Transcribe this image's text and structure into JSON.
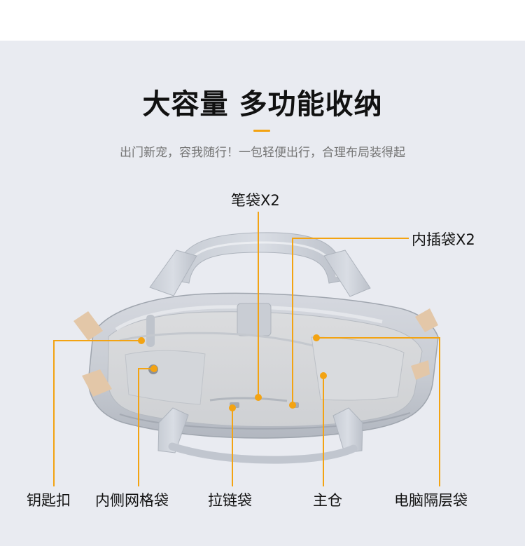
{
  "page": {
    "title": "大容量 多功能收纳",
    "subtitle": "出门新宠，容我随行！一包轻便出行，合理布局装得起",
    "accent_color": "#f3a312",
    "background_color": "#e9ebf1"
  },
  "labels": {
    "pen_bag": "笔袋X2",
    "insert_pocket": "内插袋X2",
    "key_clip": "钥匙扣",
    "inner_mesh_pocket": "内侧网格袋",
    "zipper_pocket": "拉链袋",
    "main_compartment": "主仓",
    "laptop_sleeve": "电脑隔层袋"
  }
}
